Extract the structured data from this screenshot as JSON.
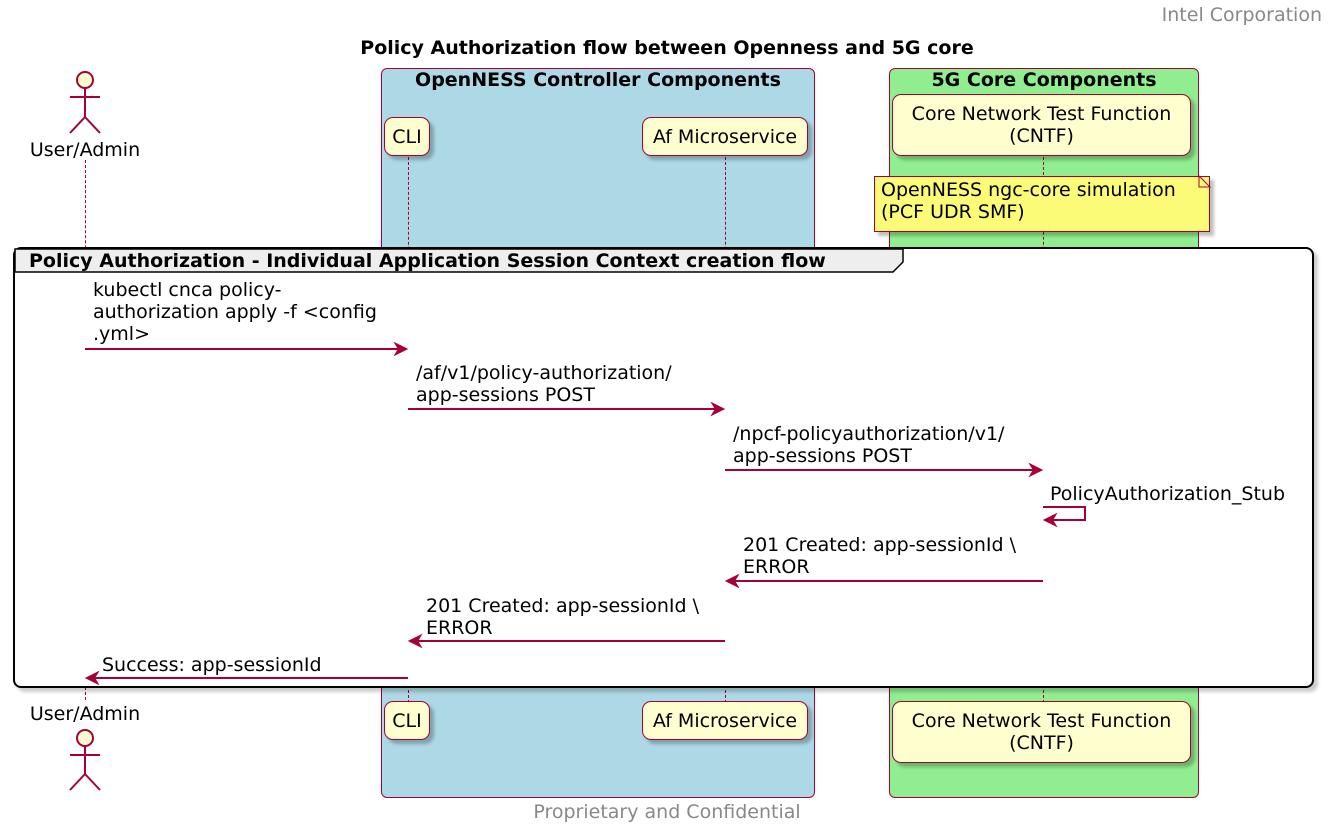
{
  "header": {
    "company": "Intel Corporation"
  },
  "title": "Policy Authorization flow between Openness and 5G core",
  "footer": "Proprietary and Confidential",
  "boxes": {
    "openness": {
      "title": "OpenNESS Controller Components",
      "color": "#add8e6"
    },
    "core": {
      "title": "5G Core Components",
      "color": "#90ee90"
    }
  },
  "participants": {
    "user": {
      "label": "User/Admin"
    },
    "cli": {
      "label": "CLI"
    },
    "af": {
      "label": "Af Microservice"
    },
    "cntf": {
      "label_line1": "Core Network Test Function",
      "label_line2": "(CNTF)"
    }
  },
  "note": {
    "text": "OpenNESS ngc-core simulation\n(PCF UDR SMF)",
    "color": "#fbfb77"
  },
  "group": {
    "label": "Policy Authorization - Individual Application Session Context creation flow"
  },
  "messages": [
    {
      "from": "user",
      "to": "cli",
      "text": "kubectl cnca policy-\nauthorization apply -f <config\n.yml>"
    },
    {
      "from": "cli",
      "to": "af",
      "text": "/af/v1/policy-authorization/\napp-sessions POST"
    },
    {
      "from": "af",
      "to": "cntf",
      "text": "/npcf-policyauthorization/v1/\napp-sessions POST"
    },
    {
      "from": "cntf",
      "to": "cntf",
      "text": "PolicyAuthorization_Stub"
    },
    {
      "from": "cntf",
      "to": "af",
      "text": "201 Created: app-sessionId \\\nERROR"
    },
    {
      "from": "af",
      "to": "cli",
      "text": "201 Created: app-sessionId \\\nERROR"
    },
    {
      "from": "cli",
      "to": "user",
      "text": "Success: app-sessionId"
    }
  ],
  "colors": {
    "line": "#a80036",
    "participant_fill": "#fefece"
  }
}
